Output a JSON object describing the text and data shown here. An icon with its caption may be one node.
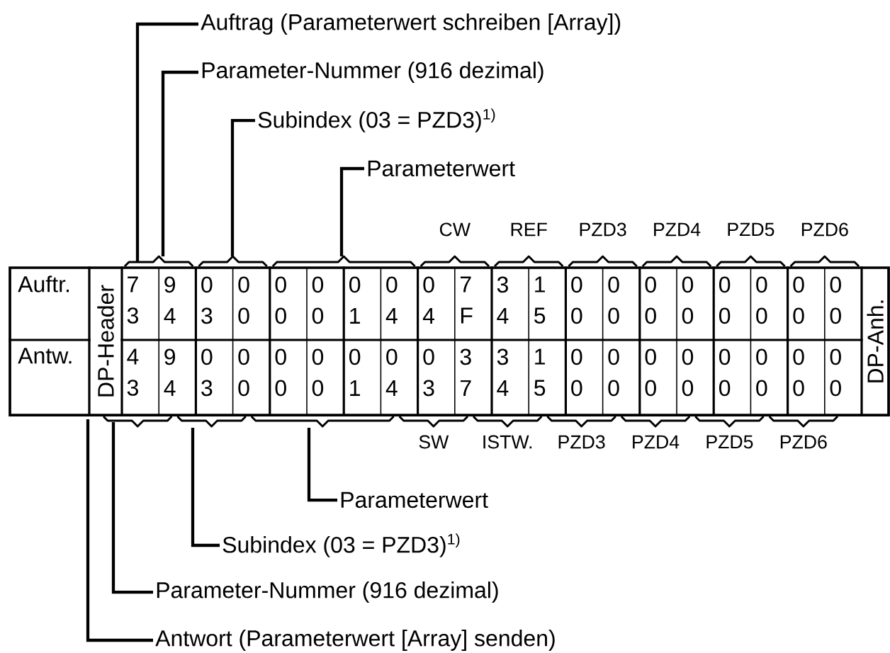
{
  "diagram": {
    "nodes": [
      {
        "text": [
          "Auftrag (Parameterwert schreiben [Array])"
        ]
      },
      {
        "text": [
          "Parameter-Nummer (916 dezimal)"
        ]
      },
      {
        "text": [
          "Subindex (03 = PZD3)$^{1)}$"
        ]
      },
      {
        "text": [
          "Parameterwert"
        ]
      },
      {
        "text": [
          "Parameterwert"
        ]
      },
      {
        "text": [
          "Subindex (03 = PZD3)$^{1)}$"
        ]
      },
      {
        "text": [
          "Parameter-Nummer (916 dezimal)"
        ]
      },
      {
        "text": [
          "Antwort (Parameterwert [Array] senden)"
        ]
      }
    ],
    "edges": [
      {
        "from": 0,
        "to": null,
        "arrow": "none"
      },
      {
        "from": 1,
        "to": null,
        "arrow": "none"
      },
      {
        "from": 2,
        "to": null,
        "arrow": "none"
      },
      {
        "from": 3,
        "to": null,
        "arrow": "none"
      },
      {
        "from": 4,
        "to": null,
        "arrow": "none"
      },
      {
        "from": 5,
        "to": null,
        "arrow": "none"
      },
      {
        "from": 6,
        "to": null,
        "arrow": "none"
      },
      {
        "from": 7,
        "to": null,
        "arrow": "none"
      }
    ],
    "labels": [
      "CW",
      "REF",
      "PZD3",
      "PZD4",
      "PZD5",
      "PZD6",
      "Auftr.",
      "DP-Header",
      "7 3",
      "9 4",
      "0 3",
      "0 0",
      "0 0",
      "0 0",
      "0 1",
      "0 4",
      "0 4",
      "7 F",
      "3 4",
      "1 5",
      "0 0",
      "0 0",
      "0 0",
      "0 0",
      "0 0",
      "0 0",
      "0 0",
      "0 0",
      "DP-Anh.",
      "Antw.",
      "4 3",
      "9 4",
      "0 3",
      "0 0",
      "0 0",
      "0 0",
      "0 1",
      "0 4",
      "0 3",
      "3 7",
      "3 4",
      "1 5",
      "0 0",
      "0 0",
      "0 0",
      "0 0",
      "0 0",
      "0 0",
      "0 0",
      "0 0",
      "SW",
      "ISTW.",
      "PZD3",
      "PZD4",
      "PZD5",
      "PZD6"
    ]
  }
}
